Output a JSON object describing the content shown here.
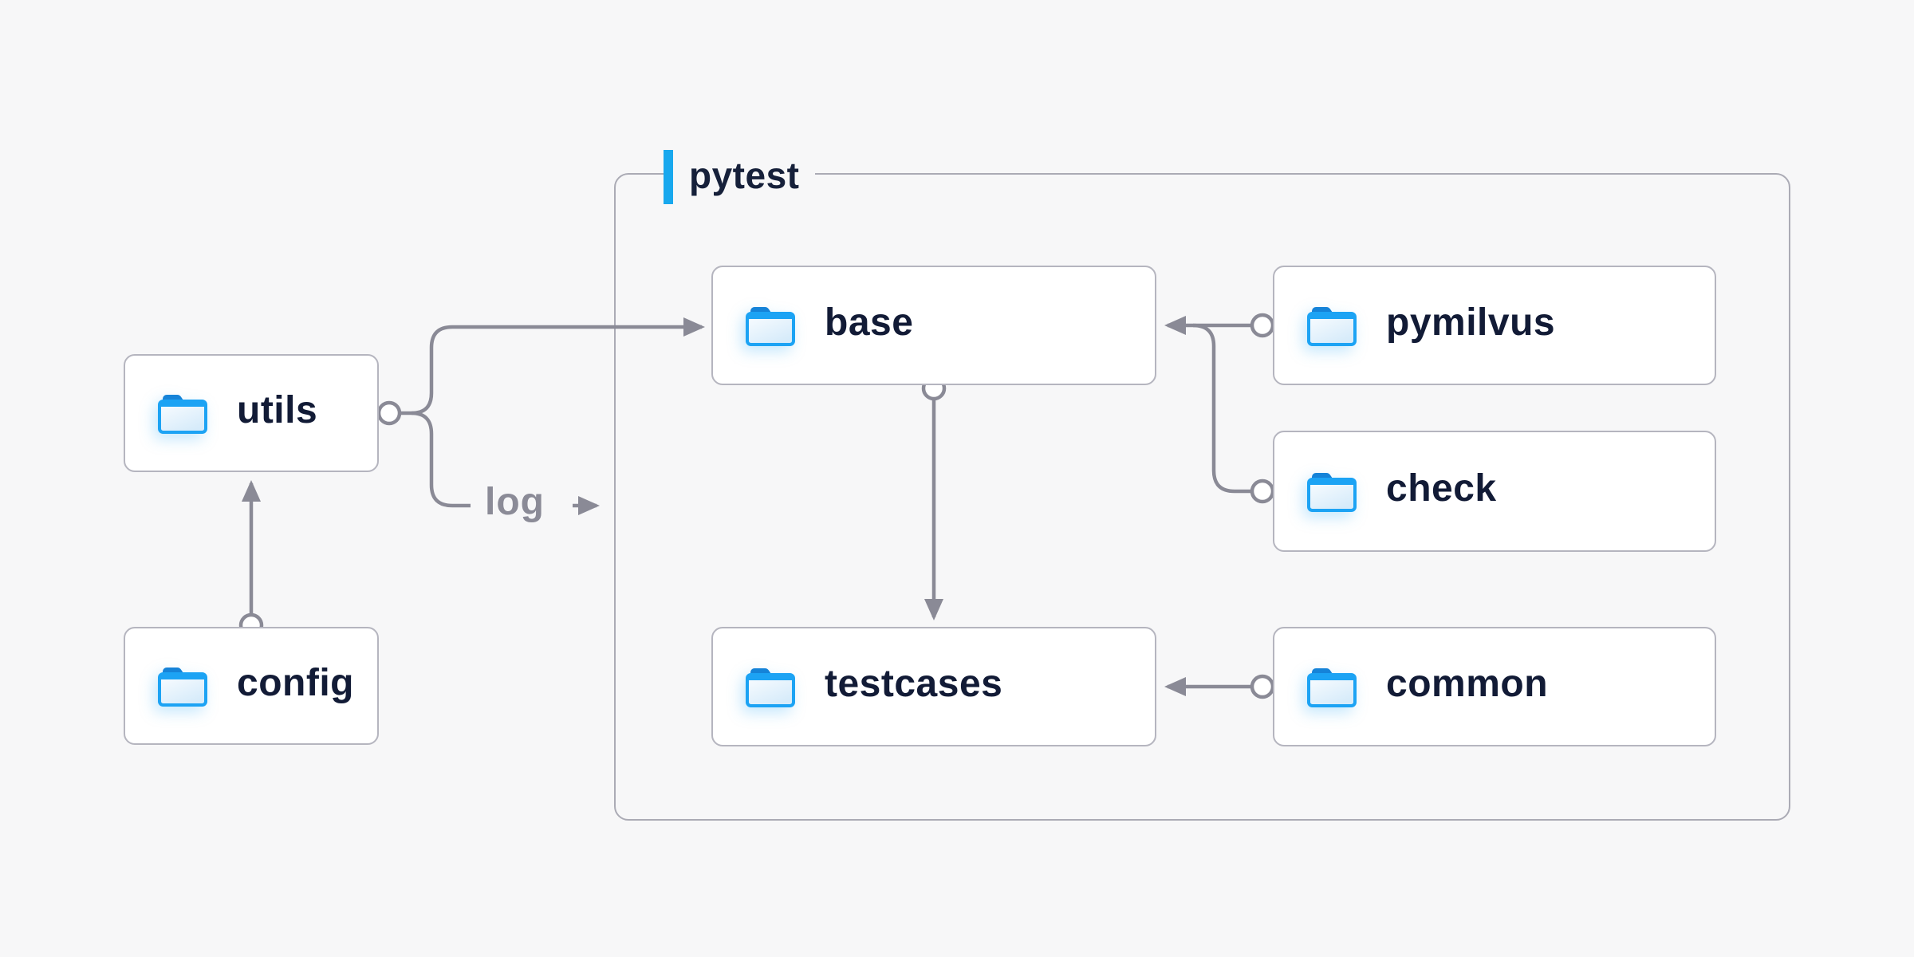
{
  "diagram": {
    "background_color": "#f7f7f8",
    "accent_blue": "#18a8ee",
    "edge_color": "#8a8a96",
    "node_border_color": "#b5b5bf",
    "group_border_color": "#ababb5",
    "node_text_color": "#121b36",
    "folder_icon_color": "#1ca3f4",
    "group": {
      "label": "pytest"
    },
    "nodes": {
      "utils": {
        "label": "utils",
        "icon": "folder-icon",
        "inside_group": false
      },
      "config": {
        "label": "config",
        "icon": "folder-icon",
        "inside_group": false
      },
      "base": {
        "label": "base",
        "icon": "folder-icon",
        "inside_group": true
      },
      "pymilvus": {
        "label": "pymilvus",
        "icon": "folder-icon",
        "inside_group": true
      },
      "check": {
        "label": "check",
        "icon": "folder-icon",
        "inside_group": true
      },
      "testcases": {
        "label": "testcases",
        "icon": "folder-icon",
        "inside_group": true
      },
      "common": {
        "label": "common",
        "icon": "folder-icon",
        "inside_group": true
      }
    },
    "edge_labels": {
      "log": "log"
    },
    "edges": [
      {
        "from": "config",
        "to": "utils",
        "style": "arrow",
        "connector": "circle-at-config-top"
      },
      {
        "from": "utils",
        "to": "base",
        "style": "arrow",
        "connector": "circle-at-utils-right"
      },
      {
        "from": "utils",
        "to": "log",
        "style": "branch-then-label-arrow-into-pytest-group"
      },
      {
        "from": "base",
        "to": "testcases",
        "style": "arrow",
        "connector": "circle-at-base-bottom"
      },
      {
        "from": "pymilvus",
        "to": "base",
        "style": "arrow",
        "connector": "circle-at-pymilvus-left"
      },
      {
        "from": "check",
        "to": "base",
        "style": "arrow-merge",
        "connector": "circle-at-check-left"
      },
      {
        "from": "common",
        "to": "testcases",
        "style": "arrow",
        "connector": "circle-at-common-left"
      }
    ]
  }
}
